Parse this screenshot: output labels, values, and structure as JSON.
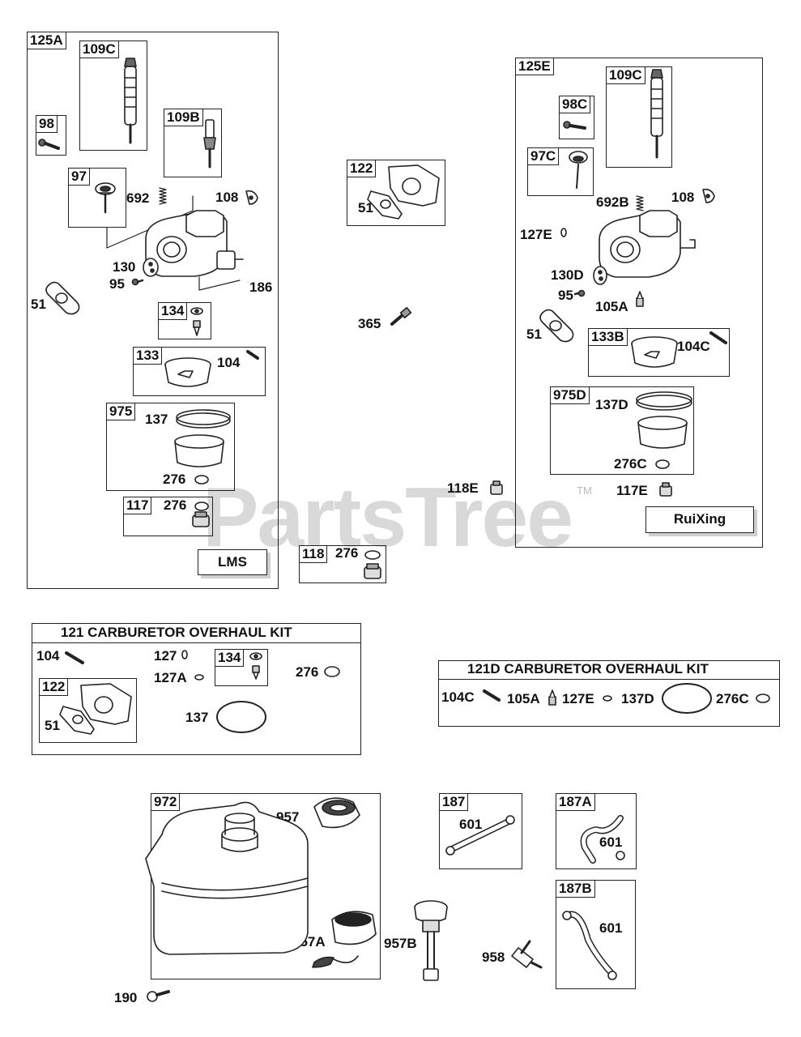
{
  "watermark": {
    "text": "PartsTree",
    "tm": "TM"
  },
  "panel_125a": {
    "tag": "125A",
    "callouts": {
      "c109c": "109C",
      "c98": "98",
      "c109b": "109B",
      "c97": "97",
      "c692": "692",
      "c108": "108",
      "c130": "130",
      "c95": "95",
      "c186": "186",
      "c51": "51",
      "c134": "134",
      "c133": "133",
      "c104": "104",
      "c975": "975",
      "c137": "137",
      "c276a": "276",
      "c117": "117",
      "c276b": "276"
    },
    "brand": "LMS"
  },
  "panel_122": {
    "tag": "122",
    "c51": "51"
  },
  "loose": {
    "c365": "365",
    "c118e": "118E",
    "c118": "118",
    "c276": "276"
  },
  "panel_125e": {
    "tag": "125E",
    "callouts": {
      "c98c": "98C",
      "c109c": "109C",
      "c97c": "97C",
      "c692b": "692B",
      "c108": "108",
      "c127e": "127E",
      "c130d": "130D",
      "c95": "95",
      "c105a": "105A",
      "c51": "51",
      "c133b": "133B",
      "c104c": "104C",
      "c975d": "975D",
      "c137d": "137D",
      "c276c": "276C",
      "c117e": "117E"
    },
    "brand": "RuiXing"
  },
  "kit_121": {
    "title": "121 CARBURETOR OVERHAUL KIT",
    "callouts": {
      "c104": "104",
      "c127": "127",
      "c127a": "127A",
      "c134": "134",
      "c276": "276",
      "c122": "122",
      "c51": "51",
      "c137": "137"
    }
  },
  "kit_121d": {
    "title": "121D CARBURETOR OVERHAUL KIT",
    "callouts": {
      "c104c": "104C",
      "c105a": "105A",
      "c127e": "127E",
      "c137d": "137D",
      "c276c": "276C"
    }
  },
  "panel_972": {
    "tag": "972",
    "callouts": {
      "c957": "957",
      "c957a": "957A"
    }
  },
  "bottom_loose": {
    "c957b": "957B",
    "c958": "958",
    "c190": "190"
  },
  "panel_187": {
    "tag": "187",
    "c601": "601"
  },
  "panel_187a": {
    "tag": "187A",
    "c601": "601"
  },
  "panel_187b": {
    "tag": "187B",
    "c601": "601"
  }
}
